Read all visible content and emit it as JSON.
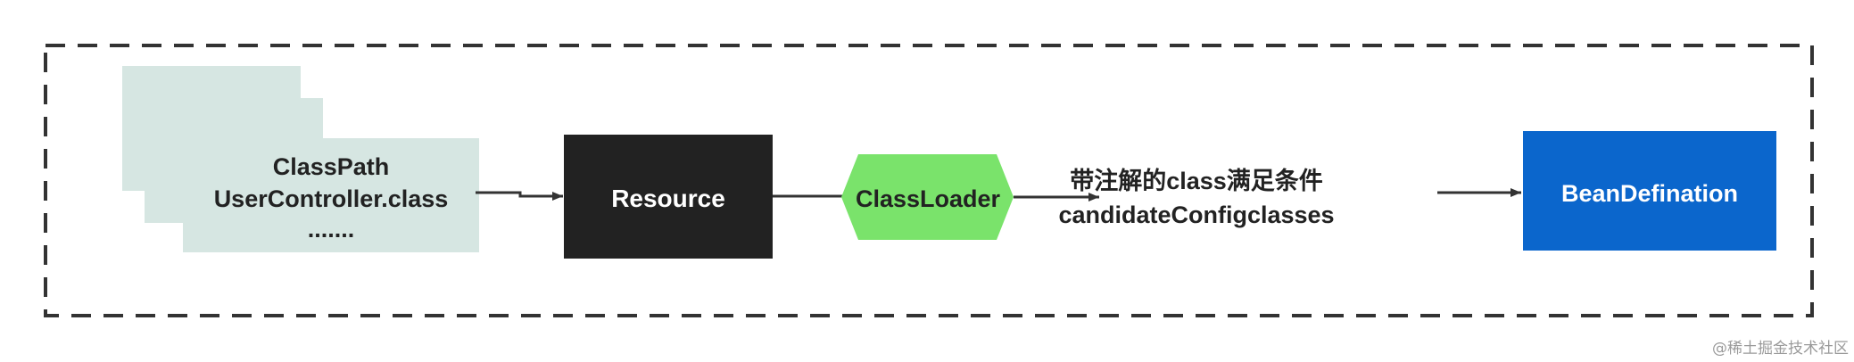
{
  "classpath": {
    "lines": [
      "ClassPath",
      "UserController.class",
      "......."
    ]
  },
  "resource": {
    "label": "Resource"
  },
  "classloader": {
    "label": "ClassLoader"
  },
  "condition": {
    "lines": [
      "带注解的class满足条件",
      "candidateConfigclasses"
    ]
  },
  "bean": {
    "label": "BeanDefination"
  },
  "watermark": {
    "text": "@稀土掘金技术社区"
  },
  "colors": {
    "card": "#d6e6e2",
    "resource_bg": "#222222",
    "classloader_bg": "#7ae36b",
    "bean_bg": "#0b66cc",
    "border": "#333333",
    "arrow": "#333333"
  }
}
